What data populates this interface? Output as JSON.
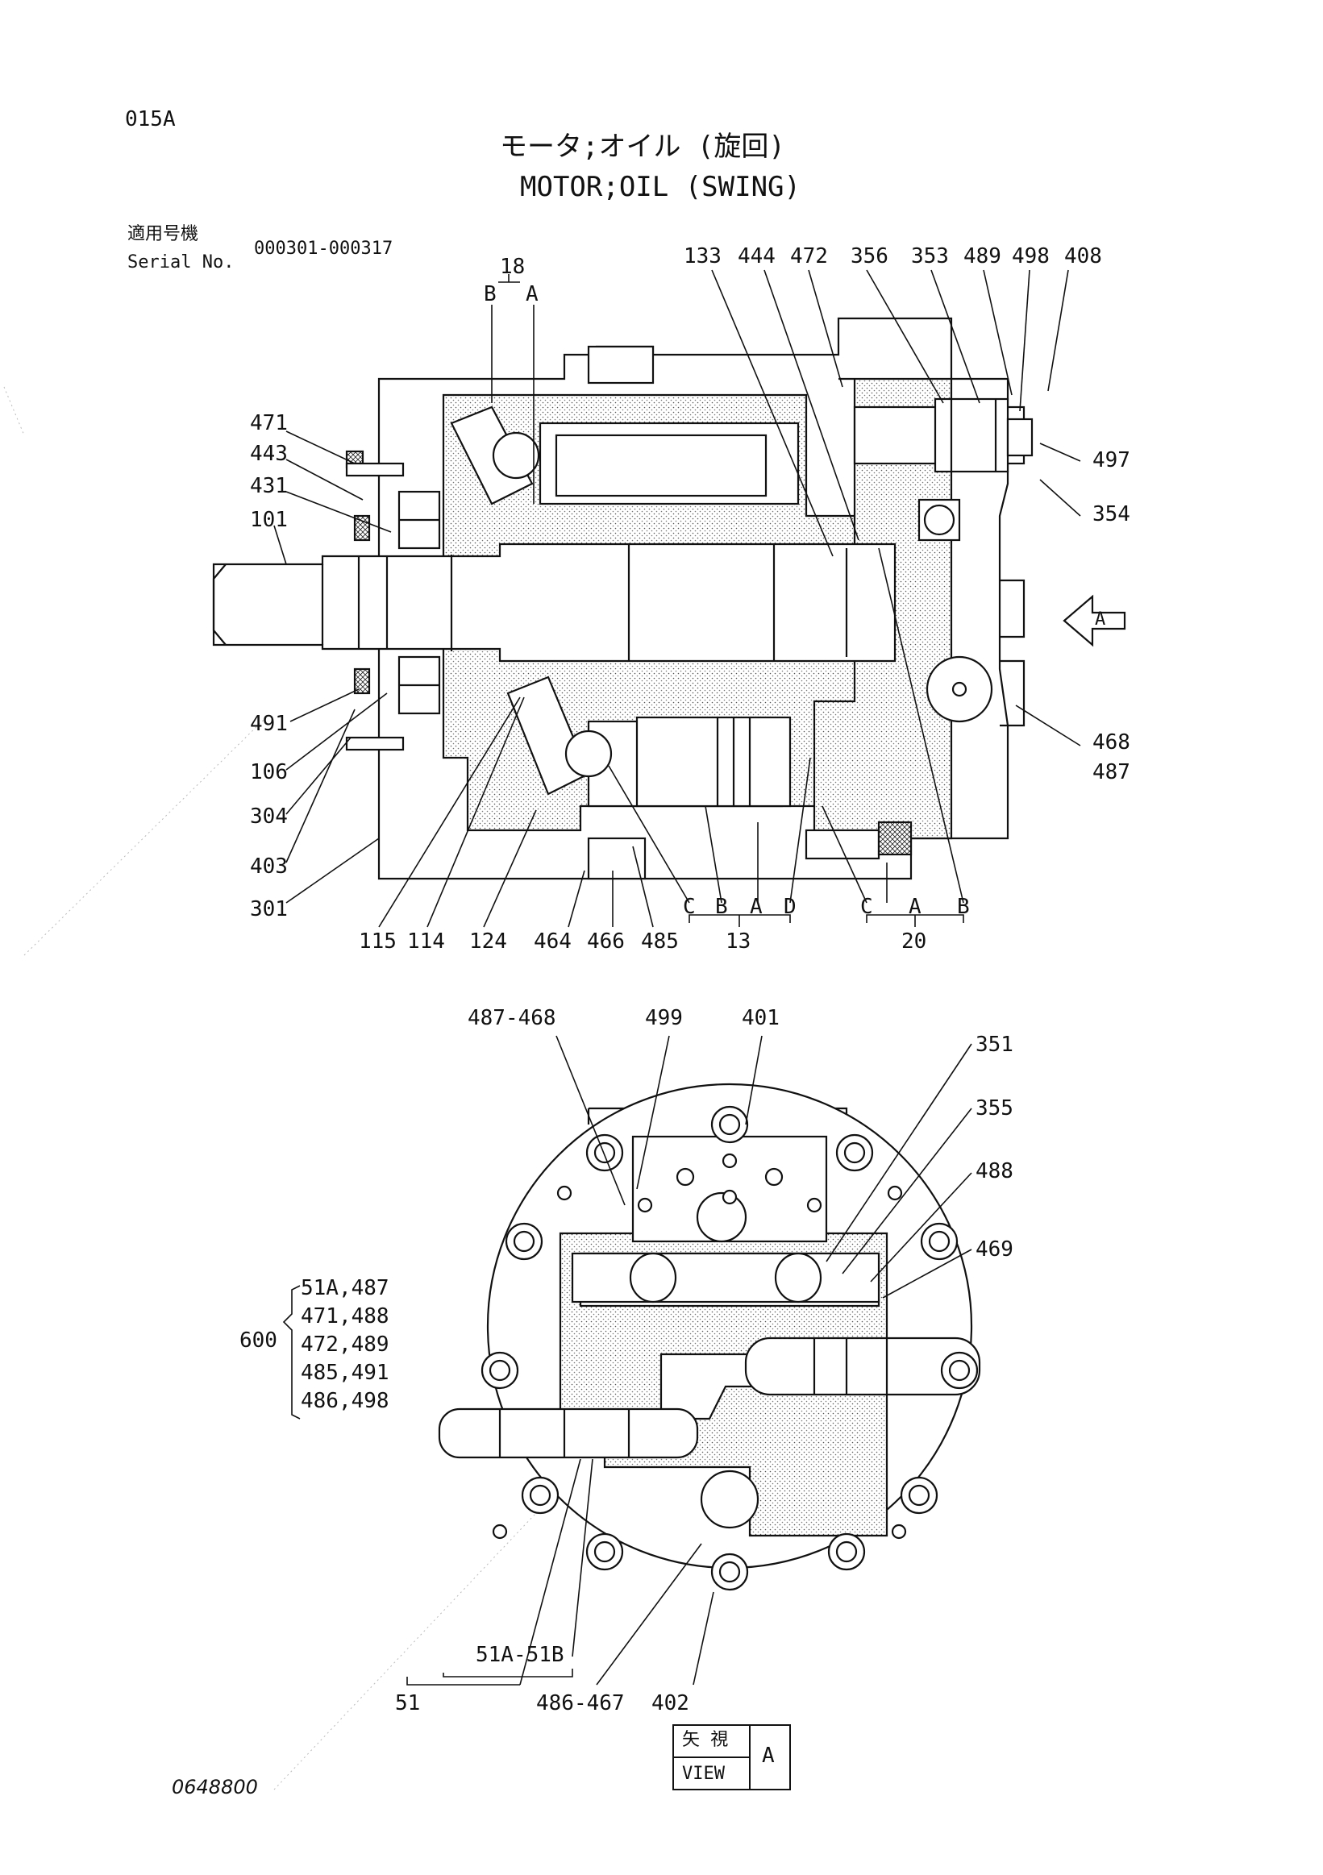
{
  "page_code": "015A",
  "title_jp": "モータ;オイル (旋回)",
  "title_en": "MOTOR;OIL (SWING)",
  "applicable_jp": "適用号機",
  "serial_label": "Serial No.",
  "serial_range": "000301-000317",
  "drawing_no": "0648800",
  "view_jp": "矢 視",
  "view_en": "VIEW",
  "view_letter": "A",
  "arrow_letter": "A",
  "top_view": {
    "group_18": "18",
    "group_18_b": "B",
    "group_18_a": "A",
    "top_labels": [
      "133",
      "444",
      "472",
      "356",
      "353",
      "489",
      "498",
      "408"
    ],
    "left_labels": [
      "471",
      "443",
      "431",
      "101",
      "491",
      "106",
      "304",
      "403",
      "301"
    ],
    "right_labels": [
      "497",
      "354",
      "468",
      "487"
    ],
    "bottom_labels": [
      "115",
      "114",
      "124",
      "464",
      "466",
      "485"
    ],
    "group_13": "13",
    "group_13_letters": [
      "C",
      "B",
      "A",
      "D"
    ],
    "group_20": "20",
    "group_20_letters": [
      "C",
      "A",
      "B"
    ]
  },
  "bottom_view": {
    "top_labels": [
      "487-468",
      "499",
      "401"
    ],
    "right_labels": [
      "351",
      "355",
      "488",
      "469"
    ],
    "group_600": "600",
    "group_600_items": [
      "51A,487",
      "471,488",
      "472,489",
      "485,491",
      "486,498"
    ],
    "label_51a_51b": "51A-51B",
    "label_51": "51",
    "label_486_467": "486-467",
    "label_402": "402"
  }
}
